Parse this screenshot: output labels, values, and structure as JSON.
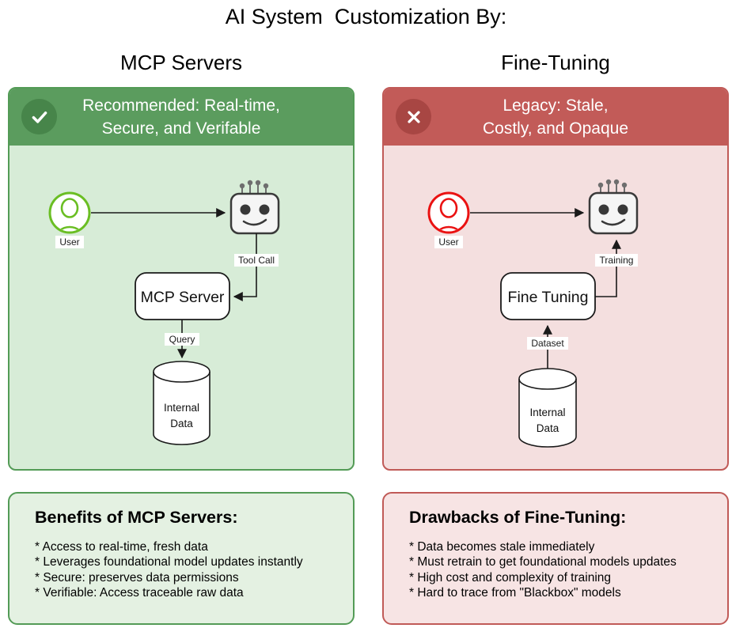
{
  "page": {
    "title": "AI System  Customization By:"
  },
  "colors": {
    "green_header": "#5b9c5e",
    "green_badge": "#47854a",
    "green_body": "#d7ecd7",
    "green_border": "#539b56",
    "green_note_bg": "#e4f1e2",
    "red_header": "#c25b58",
    "red_badge": "#a84643",
    "red_body": "#f4dfdf",
    "red_border": "#c05a57",
    "red_note_bg": "#f7e4e4",
    "user_icon_green": "#6abe23",
    "user_icon_red": "#ea1111",
    "robot_fill": "#f5f5f5",
    "robot_stroke": "#3a3a3a",
    "connector": "#1a1a1a"
  },
  "left": {
    "column_title": "MCP Servers",
    "banner": {
      "line1": "Recommended: Real-time,",
      "line2": "Secure, and Verifable"
    },
    "diagram": {
      "user_label": "User",
      "tool_call_label": "Tool Call",
      "server_box_label": "MCP Server",
      "query_label": "Query",
      "database_label_line1": "Internal",
      "database_label_line2": "Data"
    },
    "notes": {
      "title": "Benefits of MCP Servers:",
      "items": [
        "* Access to real-time, fresh data",
        "* Leverages foundational model updates instantly",
        "* Secure: preserves data permissions",
        "* Verifiable: Access traceable raw data"
      ]
    }
  },
  "right": {
    "column_title": "Fine-Tuning",
    "banner": {
      "line1": "Legacy: Stale,",
      "line2": "Costly, and Opaque"
    },
    "diagram": {
      "user_label": "User",
      "training_label": "Training",
      "server_box_label": "Fine Tuning",
      "dataset_label": "Dataset",
      "database_label_line1": "Internal",
      "database_label_line2": "Data"
    },
    "notes": {
      "title": "Drawbacks of Fine-Tuning:",
      "items": [
        "* Data becomes stale immediately",
        "* Must retrain to get foundational models updates",
        "* High cost and complexity of training",
        "* Hard to trace from \"Blackbox\" models"
      ]
    }
  }
}
